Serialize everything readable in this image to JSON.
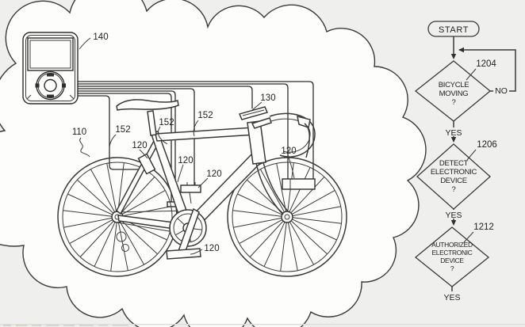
{
  "colors": {
    "background": "#efefee",
    "cloud_fill": "#fdfdfc",
    "line": "#3a3a3a"
  },
  "figure": {
    "system_ref": "110",
    "device_ref": "140",
    "display_ref": "130",
    "wire_refs": [
      "152",
      "152",
      "152"
    ],
    "sensor_refs": [
      "120",
      "120",
      "120",
      "120",
      "120"
    ]
  },
  "flowchart": {
    "start_label": "START",
    "no_label": "NO",
    "steps": [
      {
        "ref": "1204",
        "lines": [
          "BICYCLE",
          "MOVING",
          "?"
        ],
        "exit_label": "YES"
      },
      {
        "ref": "1206",
        "lines": [
          "DETECT",
          "ELECTRONIC",
          "DEVICE",
          "?"
        ],
        "exit_label": "YES"
      },
      {
        "ref": "1212",
        "lines": [
          "AUTHORIZED",
          "ELECTRONIC",
          "DEVICE",
          "?"
        ],
        "exit_label": "YES"
      }
    ]
  }
}
